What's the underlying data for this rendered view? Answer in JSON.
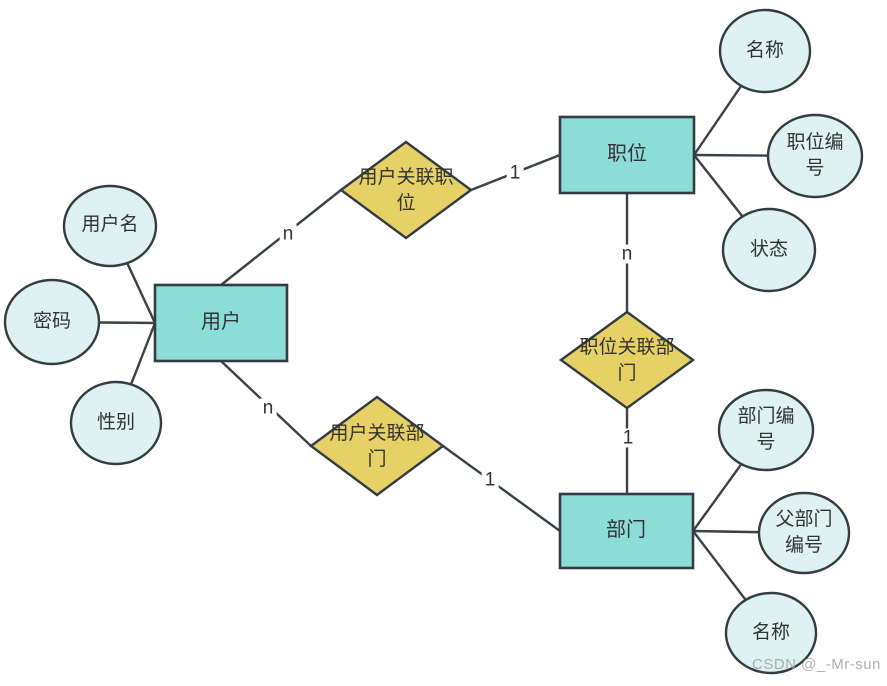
{
  "diagram_type": "ER diagram",
  "watermark": "CSDN @_-Mr-sun",
  "colors": {
    "entity_fill": "#8cdcd8",
    "attribute_fill": "#def3f1",
    "relationship_fill": "#e6d166",
    "shape_stroke": "#333b43",
    "connector": "#3a4147",
    "text": "#333333",
    "background": "#ffffff"
  },
  "nodes": {
    "user": {
      "label": "用户",
      "type": "entity"
    },
    "username": {
      "label": "用户名",
      "type": "attribute"
    },
    "password": {
      "label": "密码",
      "type": "attribute"
    },
    "gender": {
      "label": "性别",
      "type": "attribute"
    },
    "position": {
      "label": "职位",
      "type": "entity"
    },
    "position_name": {
      "label": "名称",
      "type": "attribute"
    },
    "position_code": {
      "label": "职位编号",
      "type": "attribute"
    },
    "position_status": {
      "label": "状态",
      "type": "attribute"
    },
    "department": {
      "label": "部门",
      "type": "entity"
    },
    "department_code": {
      "label": "部门编号",
      "type": "attribute"
    },
    "parent_department_code": {
      "label": "父部门编号",
      "type": "attribute"
    },
    "department_name": {
      "label": "名称",
      "type": "attribute"
    },
    "rel_user_position": {
      "label": "用户关联职位",
      "type": "relationship"
    },
    "rel_position_department": {
      "label": "职位关联部门",
      "type": "relationship"
    },
    "rel_user_department": {
      "label": "用户关联部门",
      "type": "relationship"
    }
  },
  "cardinalities": {
    "user_to_rel_user_position": "n",
    "rel_user_position_to_position": "1",
    "position_to_rel_position_department": "n",
    "rel_position_department_to_department": "1",
    "user_to_rel_user_department": "n",
    "rel_user_department_to_department": "1"
  }
}
